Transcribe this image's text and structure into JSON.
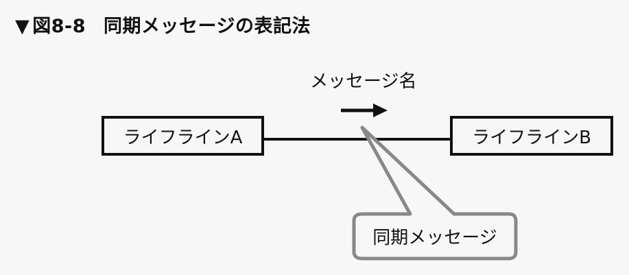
{
  "figure": {
    "marker": "▼",
    "number": "図8-8",
    "title": "同期メッセージの表記法"
  },
  "message": {
    "label": "メッセージ名"
  },
  "lifelines": [
    {
      "label": "ライフラインA"
    },
    {
      "label": "ライフラインB"
    }
  ],
  "callout": {
    "label": "同期メッセージ"
  },
  "colors": {
    "background": "#f7f7f7",
    "stroke": "#111111",
    "callout_stroke": "#888888"
  }
}
